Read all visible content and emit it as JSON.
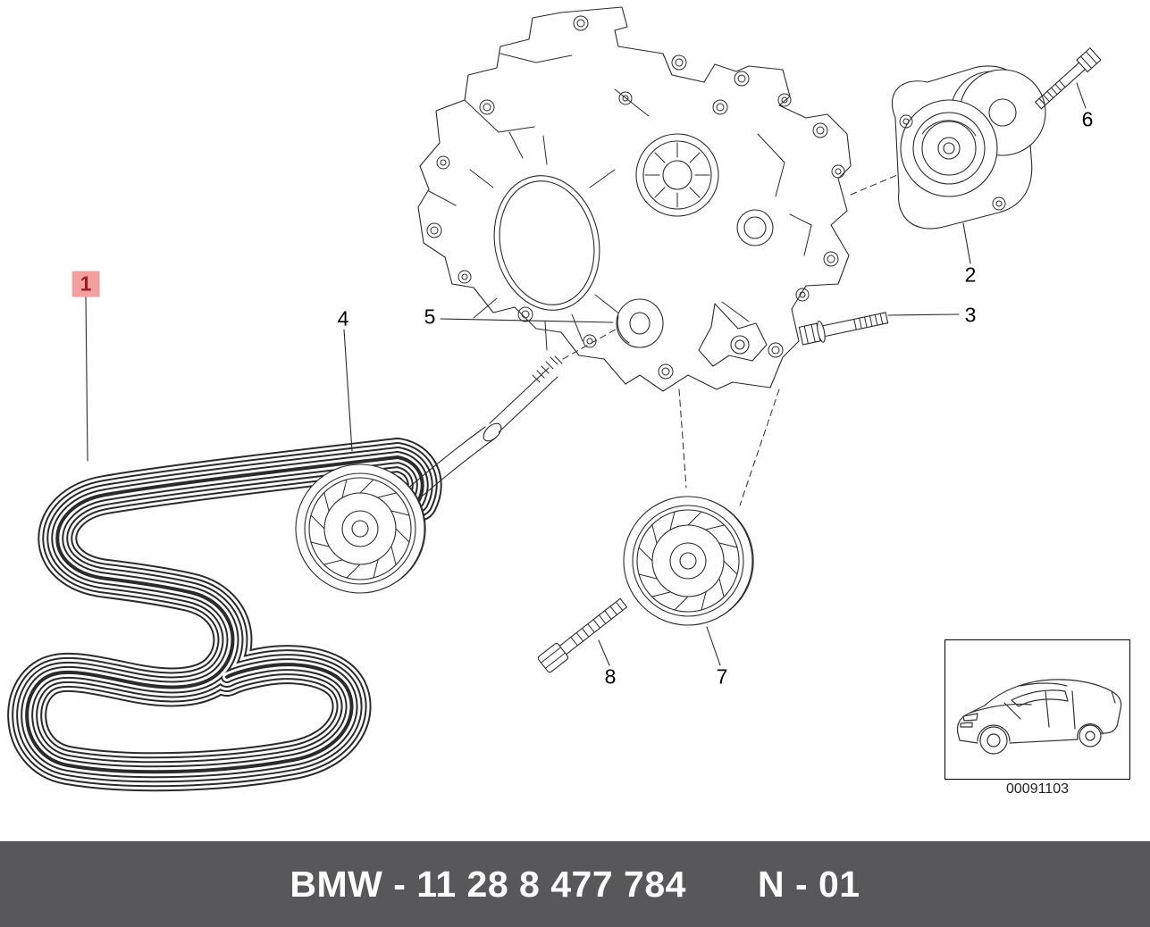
{
  "diagram": {
    "labels": [
      {
        "number": "1",
        "highlighted": true
      },
      {
        "number": "2",
        "highlighted": false
      },
      {
        "number": "3",
        "highlighted": false
      },
      {
        "number": "4",
        "highlighted": false
      },
      {
        "number": "5",
        "highlighted": false
      },
      {
        "number": "6",
        "highlighted": false
      },
      {
        "number": "7",
        "highlighted": false
      },
      {
        "number": "8",
        "highlighted": false
      }
    ]
  },
  "thumbnail": {
    "code": "00091103"
  },
  "footer": {
    "part_number": "BMW - 11 28 8 477 784",
    "revision": "N - 01"
  },
  "colors": {
    "highlight_bg": "#f19f9f",
    "highlight_text": "#9c1b1f",
    "footer_bg": "#58585a",
    "footer_text": "#ffffff",
    "line_color": "#2b2b2b"
  }
}
